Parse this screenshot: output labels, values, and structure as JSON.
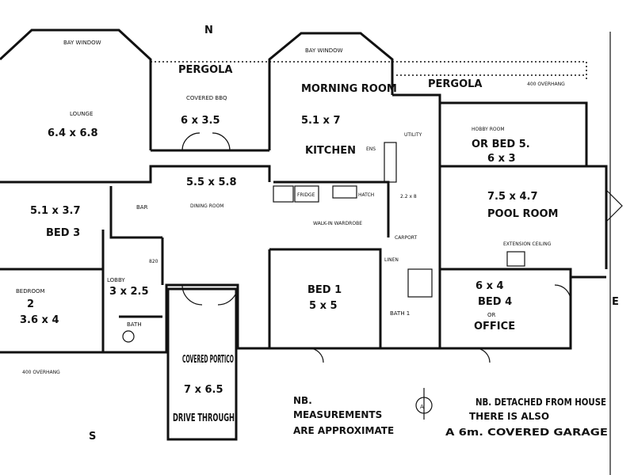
{
  "labels": {
    "bay_window_left": "BAY WINDOW",
    "bay_window_right": "BAY WINDOW",
    "pergola_top": "PERGOLA",
    "pergola_right": "PERGOLA",
    "overhang_top": "400 OVERHANG",
    "overhang_bottom": "400 OVERHANG",
    "lounge": "LOUNGE",
    "lounge_dim": "6.4 x 6.8",
    "covered_bbq": "COVERED BBQ",
    "covered_bbq_dim": "6 x 3.5",
    "morning_room": "MORNING ROOM",
    "morning_room_dim": "5.1 x 7",
    "kitchen": "KITCHEN",
    "utility": "UTILITY",
    "hobby_room": "HOBBY ROOM",
    "hobby_room_alt": "OR BED 5.",
    "hobby_room_dim": "6 x 3",
    "dining_dim": "5.5 x 5.8",
    "dining_room": "DINING ROOM",
    "bar": "BAR",
    "bed3_dim": "5.1 x 3.7",
    "bed3": "BED 3",
    "pool_room_dim": "7.5 x 4.7",
    "pool_room": "POOL ROOM",
    "extension_ceiling": "EXTENSION CEILING",
    "fridge": "FRIDGE",
    "hatch": "HATCH",
    "walk_in": "WALK-IN WARDROBE",
    "lobby": "LOBBY",
    "lobby_dim": "3 x 2.5",
    "bedroom2": "BEDROOM",
    "bedroom2_num": "2",
    "bedroom2_dim": "3.6 x 4",
    "bed1": "BED 1",
    "bed1_dim": "5 x 5",
    "bath1": "BATH 1",
    "bed4_dim": "6 x 4",
    "bed4": "BED 4",
    "bed4_or": "OR",
    "bed4_office": "OFFICE",
    "bath": "BATH",
    "portico": "COVERED PORTICO",
    "portico_dim": "7 x 6.5",
    "drive_through": "DRIVE THROUGH",
    "nb1_line1": "NB.",
    "nb1_line2": "MEASUREMENTS",
    "nb1_line3": "ARE APPROXIMATE",
    "nb2_line1": "NB. DETACHED FROM HOUSE",
    "nb2_line2": "THERE IS ALSO",
    "nb2_line3": "A 6m. COVERED GARAGE",
    "compass_north": "N",
    "compass_east": "E",
    "compass_south": "S",
    "compass_a": "A",
    "dim_2_2": "2.2 x 8",
    "ens": "ENS",
    "linen": "LINEN",
    "n_marker": "N",
    "carport": "CARPORT",
    "val_820": "820"
  }
}
